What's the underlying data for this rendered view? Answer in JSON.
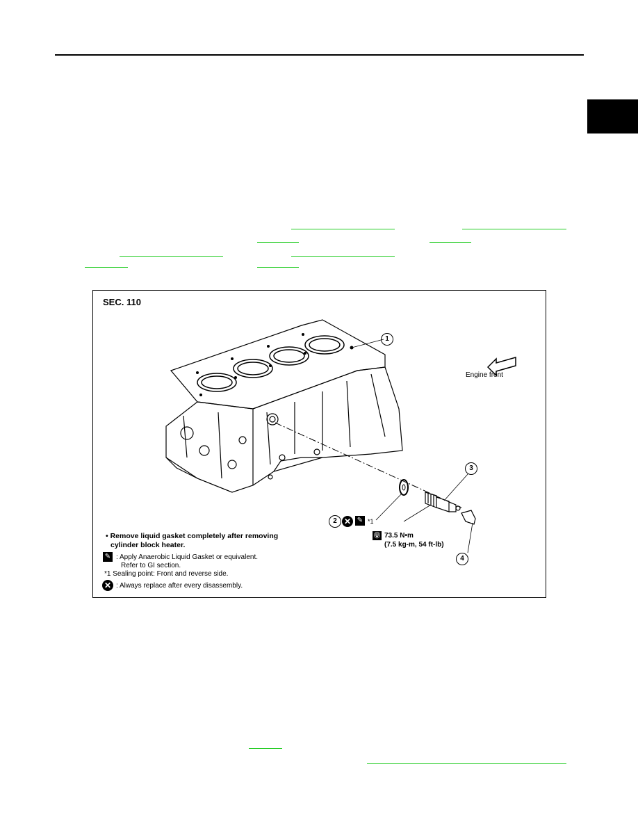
{
  "figure": {
    "section": "SEC. 110",
    "engine_front": "Engine front",
    "callouts": [
      "1",
      "2",
      "3",
      "4"
    ],
    "sealing_ref": "*1",
    "torque_line1": "73.5 N•m",
    "torque_line2": "(7.5 kg-m, 54 ft-lb)",
    "note_line1": "• Remove liquid gasket completely after removing",
    "note_line2": "cylinder block heater.",
    "legend_gasket_line1": ": Apply Anaerobic Liquid Gasket or equivalent.",
    "legend_gasket_line2": "Refer to GI section.",
    "legend_sealing": "*1 Sealing point: Front and reverse side.",
    "legend_replace": ": Always replace after every disassembly.",
    "icons": {
      "replace": "replace-x-icon",
      "gasket": "liquid-gasket-pen-icon",
      "torque": "torque-wrench-icon",
      "direction": "engine-front-arrow-icon"
    }
  },
  "colors": {
    "link": "#22cc22",
    "tab": "#000000"
  }
}
